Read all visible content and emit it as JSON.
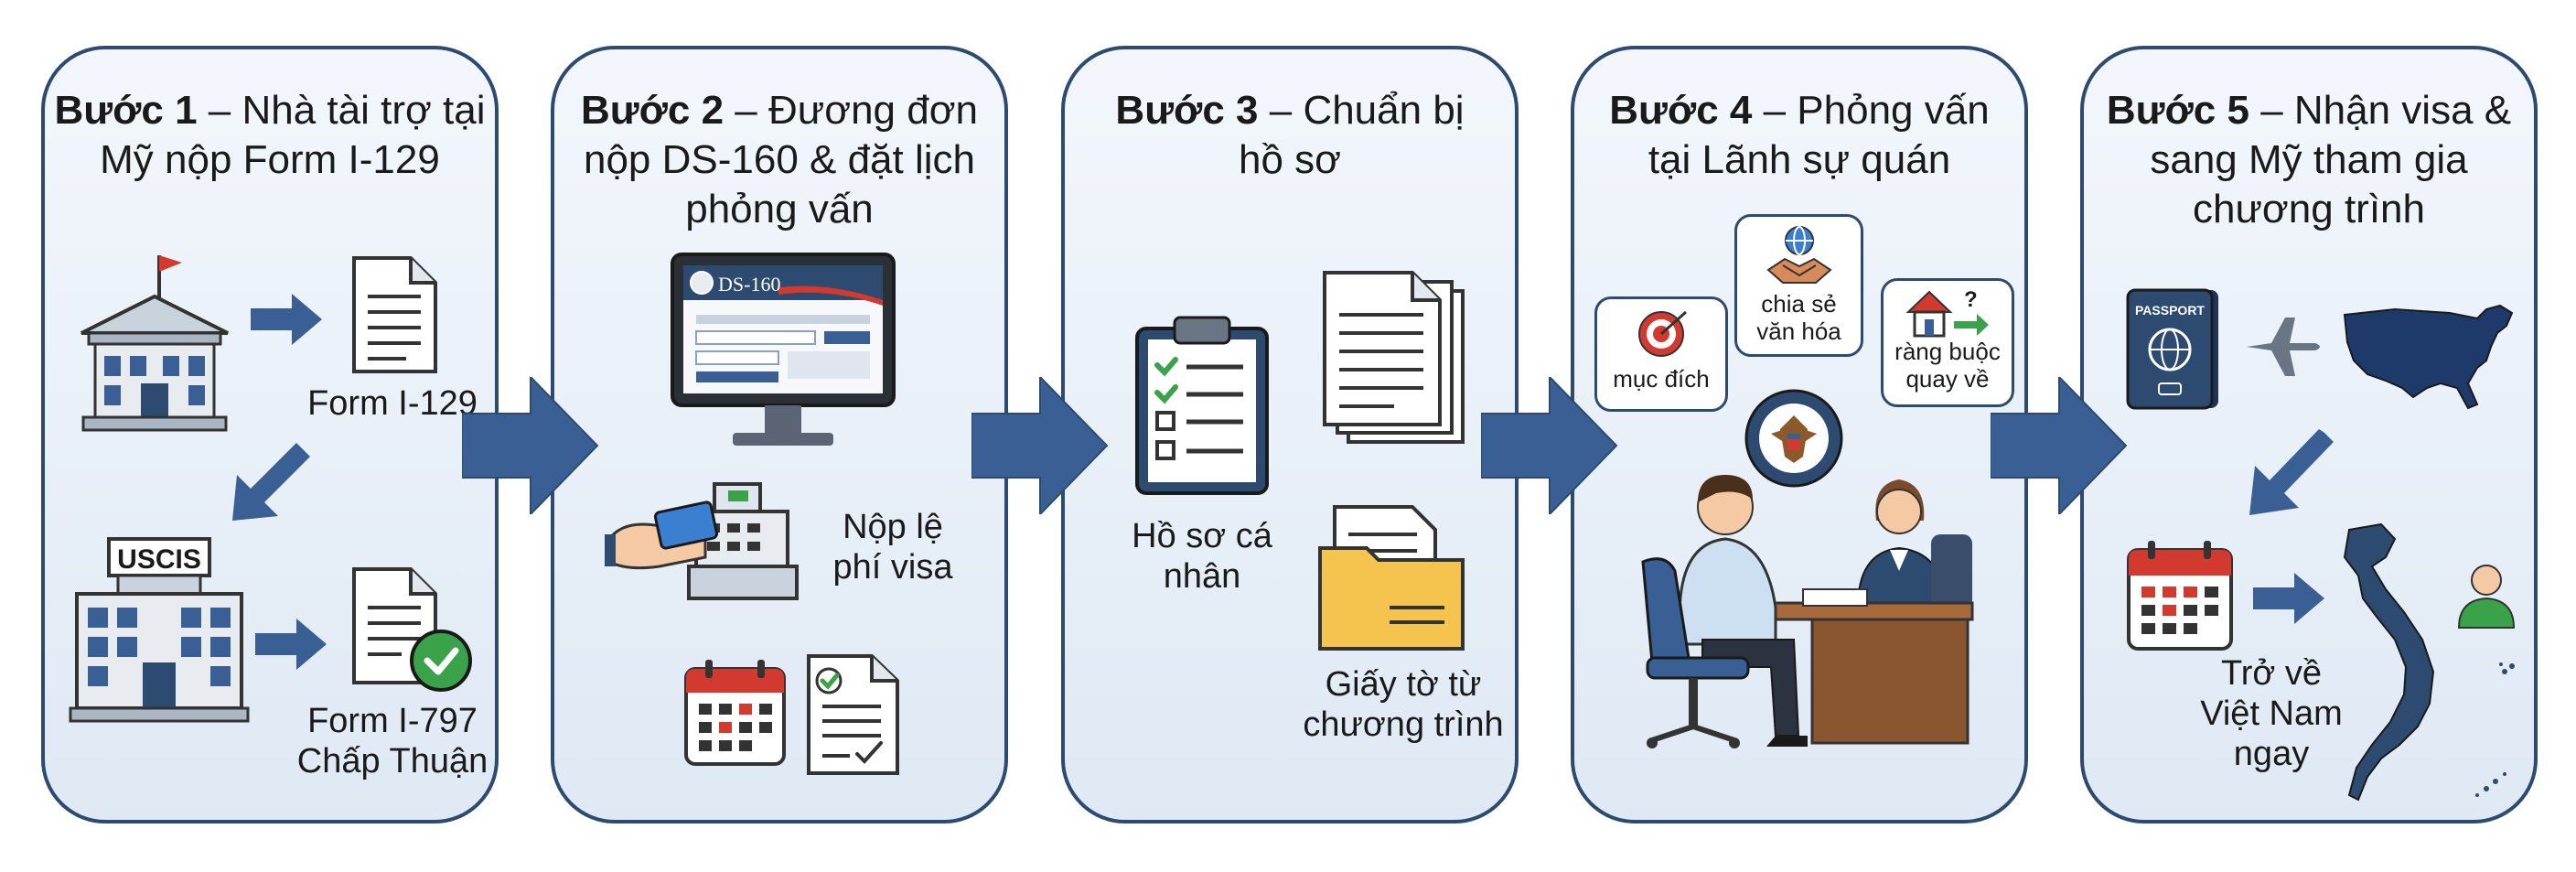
{
  "steps": [
    {
      "num": "Bước 1",
      "title": "Nhà tài trợ tại Mỹ nộp Form I-129",
      "building_sign": "USCIS",
      "labels": [
        "Form I-129",
        "Form I-797 Chấp Thuận"
      ]
    },
    {
      "num": "Bước 2",
      "title": "Đương đơn nộp DS-160 & đặt lịch phỏng vấn",
      "screen_text": "DS-160",
      "labels": [
        "Nộp lệ phí visa"
      ]
    },
    {
      "num": "Bước 3",
      "title": "Chuẩn bị hồ sơ",
      "labels": [
        "Hồ sơ cá nhân",
        "Giấy tờ từ chương trình"
      ]
    },
    {
      "num": "Bước 4",
      "title": "Phỏng vấn tại Lãnh sự quán",
      "bubbles": [
        "mục đích",
        "chia sẻ văn hóa",
        "ràng buộc quay về"
      ]
    },
    {
      "num": "Bước 5",
      "title": "Nhận visa & sang Mỹ tham gia chương trình",
      "passport_text": "PASSPORT",
      "labels": [
        "Trở về Việt Nam ngay"
      ]
    }
  ],
  "colors": {
    "navy": "#2d4a70",
    "arrow": "#3a5f94",
    "panel_bg": "#e6eef7",
    "green": "#3aa34a",
    "red": "#d23a2f",
    "folder": "#f4c44e"
  }
}
